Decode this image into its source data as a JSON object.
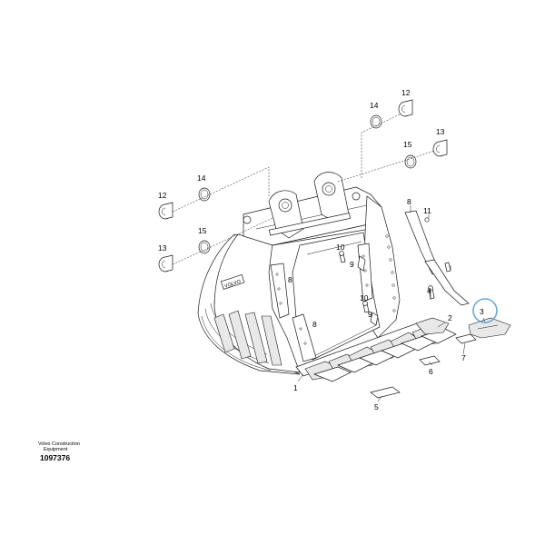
{
  "callouts": {
    "c1": "1",
    "c2": "2",
    "c3": "3",
    "c4": "4",
    "c5": "5",
    "c6": "6",
    "c7": "7",
    "c8a": "8",
    "c8b": "8",
    "c8c": "8",
    "c9a": "9",
    "c9b": "9",
    "c10a": "10",
    "c10b": "10",
    "c11": "11",
    "c12a": "12",
    "c12b": "12",
    "c13a": "13",
    "c13b": "13",
    "c14a": "14",
    "c14b": "14",
    "c15a": "15",
    "c15b": "15"
  },
  "caption": {
    "line1": "Volvo Construction",
    "line2": "Equipment",
    "drawing_id": "1097376"
  },
  "highlight_color": "#6aa8d6"
}
